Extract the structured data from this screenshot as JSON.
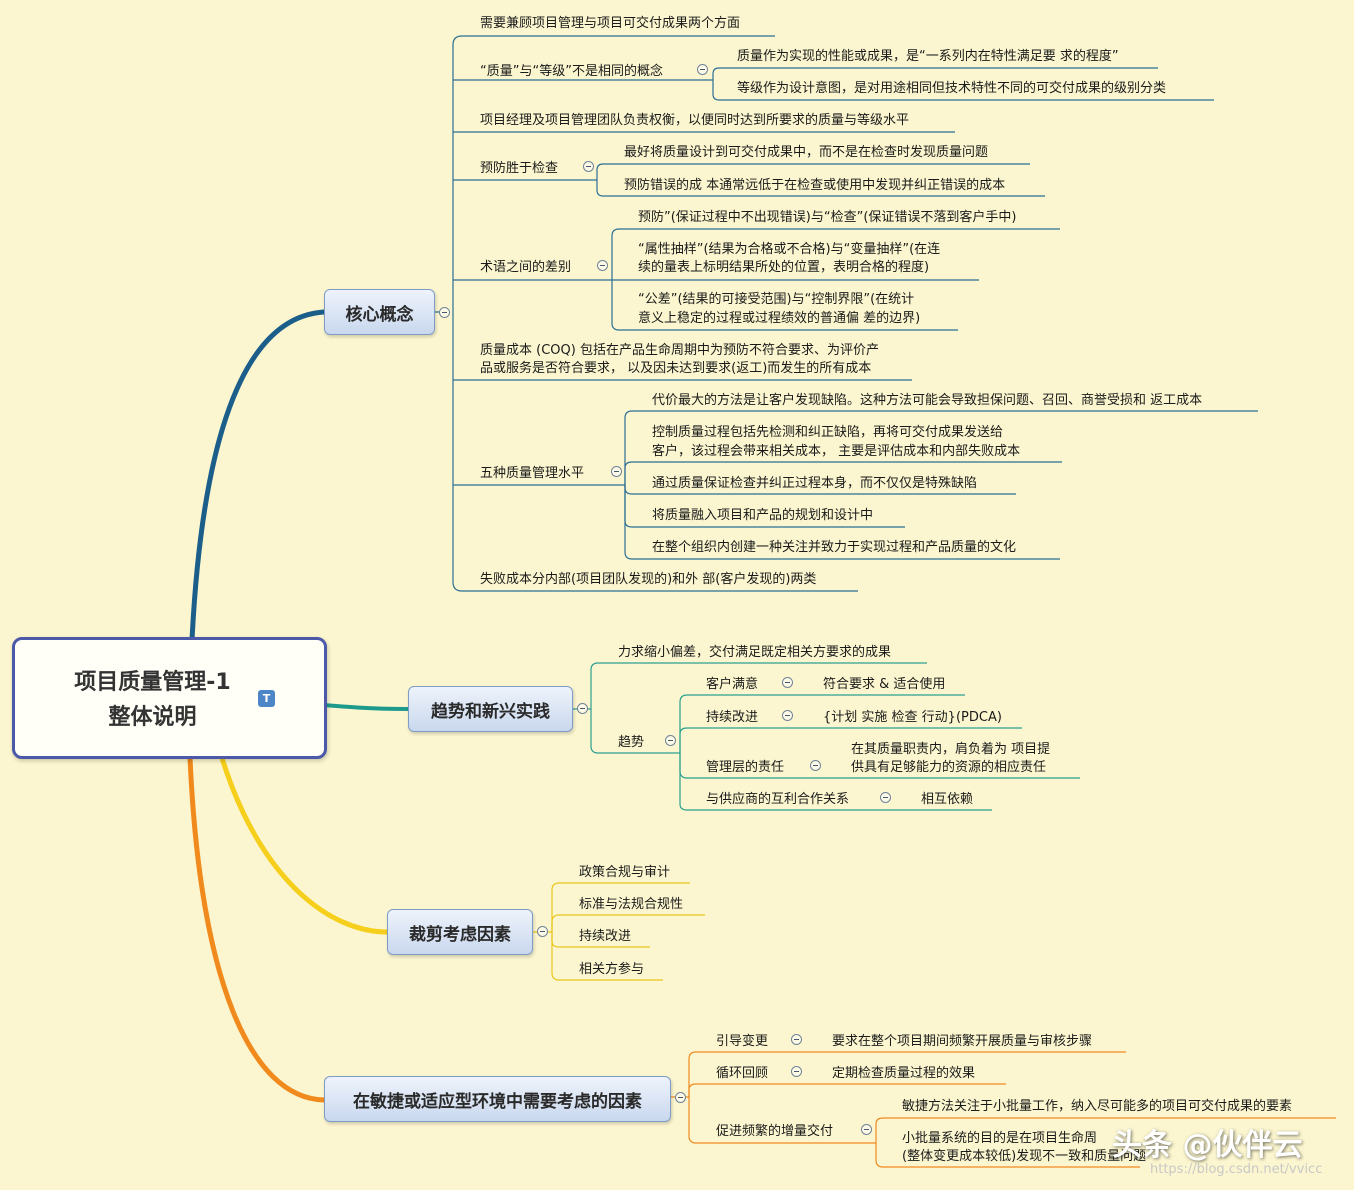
{
  "central": {
    "line1": "项目质量管理-1",
    "line2": "整体说明",
    "badge": "T"
  },
  "branches": {
    "core": {
      "label": "核心概念",
      "n1": "需要兼顾项目管理与项目可交付成果两个方面",
      "n2": "“质量”与“等级”不是相同的概念",
      "n2a": "质量作为实现的性能或成果，是“一系列内在特性满足要 求的程度”",
      "n2b": "等级作为设计意图，是对用途相同但技术特性不同的可交付成果的级别分类",
      "n3": "项目经理及项目管理团队负责权衡，以便同时达到所要求的质量与等级水平",
      "n4": "预防胜于检查",
      "n4a": "最好将质量设计到可交付成果中，而不是在检查时发现质量问题",
      "n4b": "预防错误的成 本通常远低于在检查或使用中发现并纠正错误的成本",
      "n5": "术语之间的差别",
      "n5a": "预防”(保证过程中不出现错误)与“检查”(保证错误不落到客户手中)",
      "n5b1": "“属性抽样”(结果为合格或不合格)与“变量抽样”(在连",
      "n5b2": "续的量表上标明结果所处的位置，表明合格的程度)",
      "n5c1": "“公差”(结果的可接受范围)与“控制界限”(在统计",
      "n5c2": "意义上稳定的过程或过程绩效的普通偏 差的边界)",
      "n6l1": "质量成本 (COQ) 包括在产品生命周期中为预防不符合要求、为评价产",
      "n6l2": "品或服务是否符合要求， 以及因未达到要求(返工)而发生的所有成本",
      "n7": "五种质量管理水平",
      "n7a": "代价最大的方法是让客户发现缺陷。这种方法可能会导致担保问题、召回、商誉受损和 返工成本",
      "n7b1": "控制质量过程包括先检测和纠正缺陷，再将可交付成果发送给",
      "n7b2": "客户，该过程会带来相关成本， 主要是评估成本和内部失败成本",
      "n7c": "通过质量保证检查并纠正过程本身，而不仅仅是特殊缺陷",
      "n7d": "将质量融入项目和产品的规划和设计中",
      "n7e": "在整个组织内创建一种关注并致力于实现过程和产品质量的文化",
      "n8": "失败成本分内部(项目团队发现的)和外 部(客户发现的)两类"
    },
    "trend": {
      "label": "趋势和新兴实践",
      "n1": "力求缩小偏差，交付满足既定相关方要求的成果",
      "n2": "趋势",
      "n2a": "客户满意",
      "n2a1": "符合要求 & 适合使用",
      "n2b": "持续改进",
      "n2b1": "{计划 实施 检查 行动}(PDCA)",
      "n2c": "管理层的责任",
      "n2c1l1": "在其质量职责内，肩负着为 项目提",
      "n2c1l2": "供具有足够能力的资源的相应责任",
      "n2d": "与供应商的互利合作关系",
      "n2d1": "相互依赖"
    },
    "tailor": {
      "label": "裁剪考虑因素",
      "n1": "政策合规与审计",
      "n2": "标准与法规合规性",
      "n3": "持续改进",
      "n4": "相关方参与"
    },
    "agile": {
      "label": "在敏捷或适应型环境中需要考虑的因素",
      "n1": "引导变更",
      "n1a": "要求在整个项目期间频繁开展质量与审核步骤",
      "n2": "循环回顾",
      "n2a": "定期检查质量过程的效果",
      "n3": "促进频繁的增量交付",
      "n3a": "敏捷方法关注于小批量工作，纳入尽可能多的项目可交付成果的要素",
      "n3b1": "小批量系统的目的是在项目生命周",
      "n3b2": "(整体变更成本较低)发现不一致和质量问题"
    }
  },
  "watermark": {
    "text": "头条 @伙伴云",
    "url": "https://blog.csdn.net/vvicc"
  },
  "colors": {
    "core": "#1b5e8a",
    "trend": "#1d9a8c",
    "tailor": "#f5cf1c",
    "agile": "#f08a1d",
    "core_line": "#2b6f94",
    "trend_line": "#2ba08f",
    "tailor_line": "#e9c61f",
    "agile_line": "#ef8a22"
  }
}
